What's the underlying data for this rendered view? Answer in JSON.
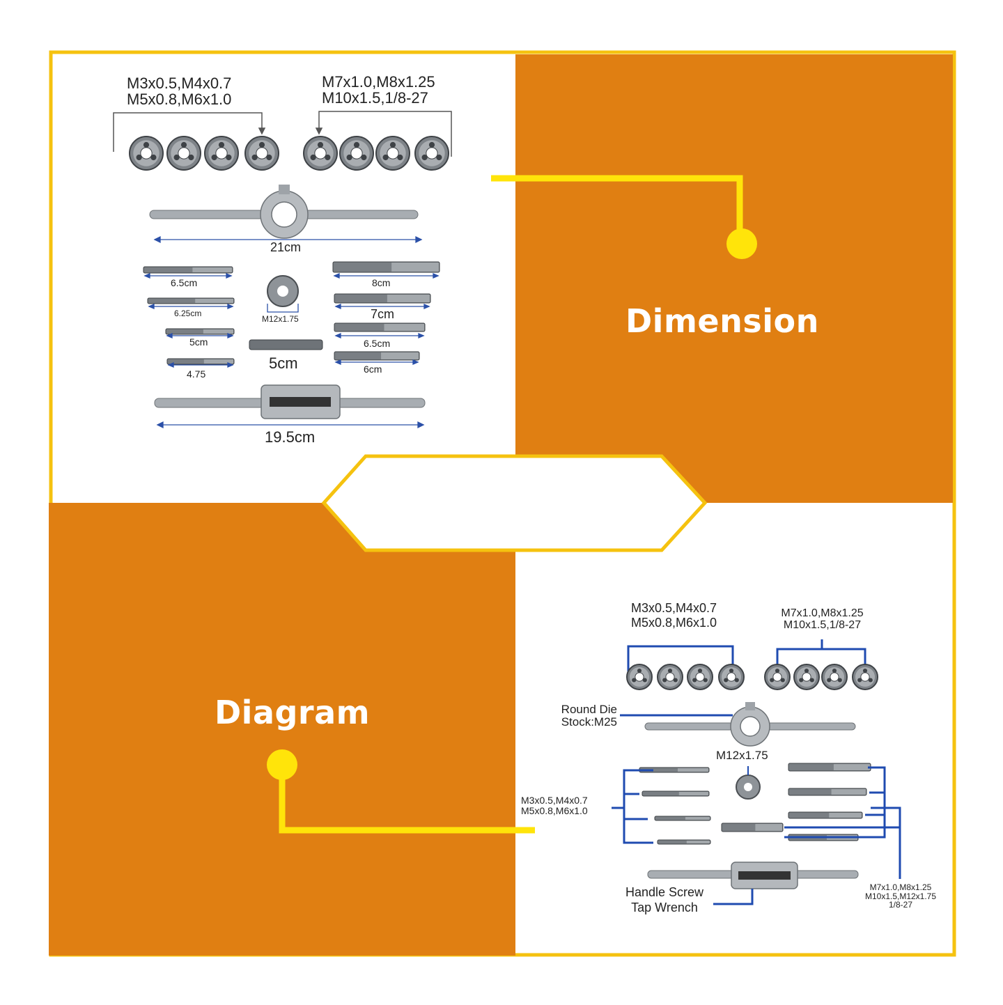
{
  "colors": {
    "orange": "#E07F12",
    "border": "#F5C20F",
    "connector": "#FFE40A",
    "bracket": "#1F4BB0",
    "metal": "#9EA3A8",
    "metal_dark": "#4A4E52"
  },
  "dimension_panel": {
    "title": "Dimension",
    "dies_left_label": [
      "M3x0.5,M4x0.7",
      "M5x0.8,M6x1.0"
    ],
    "dies_right_label": [
      "M7x1.0,M8x1.25",
      "M10x1.5,1/8-27"
    ],
    "die_stock_length": "21cm",
    "tap_lengths_left": [
      "6.5cm",
      "6.25cm",
      "5cm",
      "4.75"
    ],
    "center_die": "M12x1.75",
    "center_tap": "5cm",
    "tap_lengths_right": [
      "8cm",
      "7cm",
      "6.5cm",
      "6cm"
    ],
    "tap_wrench_length": "19.5cm"
  },
  "diagram_panel": {
    "title": "Diagram",
    "dies_left_label": [
      "M3x0.5,M4x0.7",
      "M5x0.8,M6x1.0"
    ],
    "dies_right_label": [
      "M7x1.0,M8x1.25",
      "M10x1.5,1/8-27"
    ],
    "die_stock_label": [
      "Round Die",
      "Stock:M25"
    ],
    "center_die": "M12x1.75",
    "taps_left_label": [
      "M3x0.5,M4x0.7",
      "M5x0.8,M6x1.0"
    ],
    "taps_right_label": [
      "M7x1.0,M8x1.25",
      "M10x1.5,M12x1.75",
      "1/8-27"
    ],
    "tap_wrench_label": [
      "Handle Screw",
      "Tap Wrench"
    ]
  }
}
